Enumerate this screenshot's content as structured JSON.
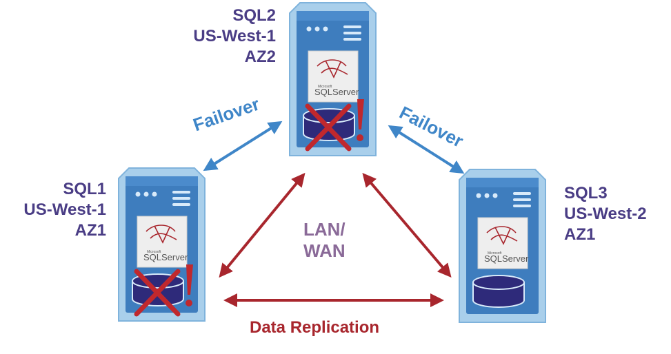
{
  "servers": [
    {
      "id": "sql1",
      "lines": [
        "SQL1",
        "US-West-1",
        "AZ1"
      ],
      "status": "failed"
    },
    {
      "id": "sql2",
      "lines": [
        "SQL2",
        "US-West-1",
        "AZ2"
      ],
      "status": "failed"
    },
    {
      "id": "sql3",
      "lines": [
        "SQL3",
        "US-West-2",
        "AZ1"
      ],
      "status": "ok"
    }
  ],
  "logo": {
    "small": "Microsoft",
    "text": "SQLServer"
  },
  "labels": {
    "failover_left": "Failover",
    "failover_right": "Failover",
    "lan_wan": [
      "LAN/",
      "WAN"
    ],
    "replication": "Data Replication"
  },
  "colors": {
    "server_frame": "#9cc7e6",
    "server_body": "#3e7dbe",
    "label_text": "#4a3d85",
    "failover_arrow": "#3f86c8",
    "replication_arrow": "#a8262d",
    "lan_wan_text": "#8a6a98",
    "failure_mark": "#c0282d",
    "db_cylinder": "#2e2a7a"
  },
  "icons": {
    "database": "database-icon",
    "failure": "x-mark-icon",
    "alert": "exclamation-icon",
    "logo": "sql-server-logo"
  }
}
